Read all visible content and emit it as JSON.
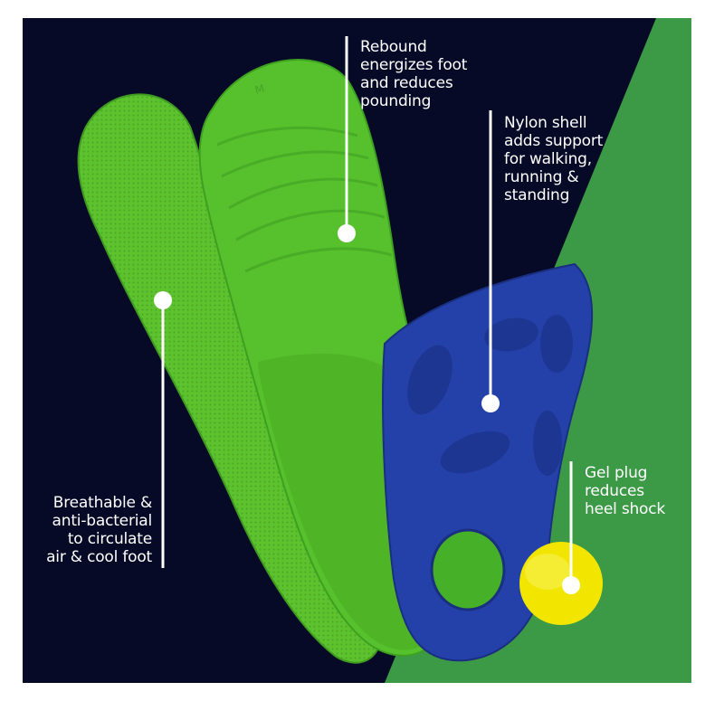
{
  "colors": {
    "background_dark": "#060a26",
    "background_green": "#3c9a47",
    "insole_green": "#56c12c",
    "insole_green_light": "#6ed63a",
    "shell_blue": "#2341a8",
    "gel_yellow": "#f2e600",
    "callout_white": "#ffffff"
  },
  "callouts": {
    "rebound": {
      "lines": [
        "Rebound",
        "energizes foot",
        "and reduces",
        "pounding"
      ]
    },
    "nylon": {
      "lines": [
        "Nylon shell",
        "adds support",
        "for walking,",
        "running &",
        "standing"
      ]
    },
    "gel": {
      "lines": [
        "Gel plug",
        "reduces",
        "heel shock"
      ]
    },
    "breathable": {
      "lines": [
        "Breathable &",
        "anti-bacterial",
        "to circulate",
        "air & cool foot"
      ]
    }
  },
  "insole_size_mark": "M"
}
